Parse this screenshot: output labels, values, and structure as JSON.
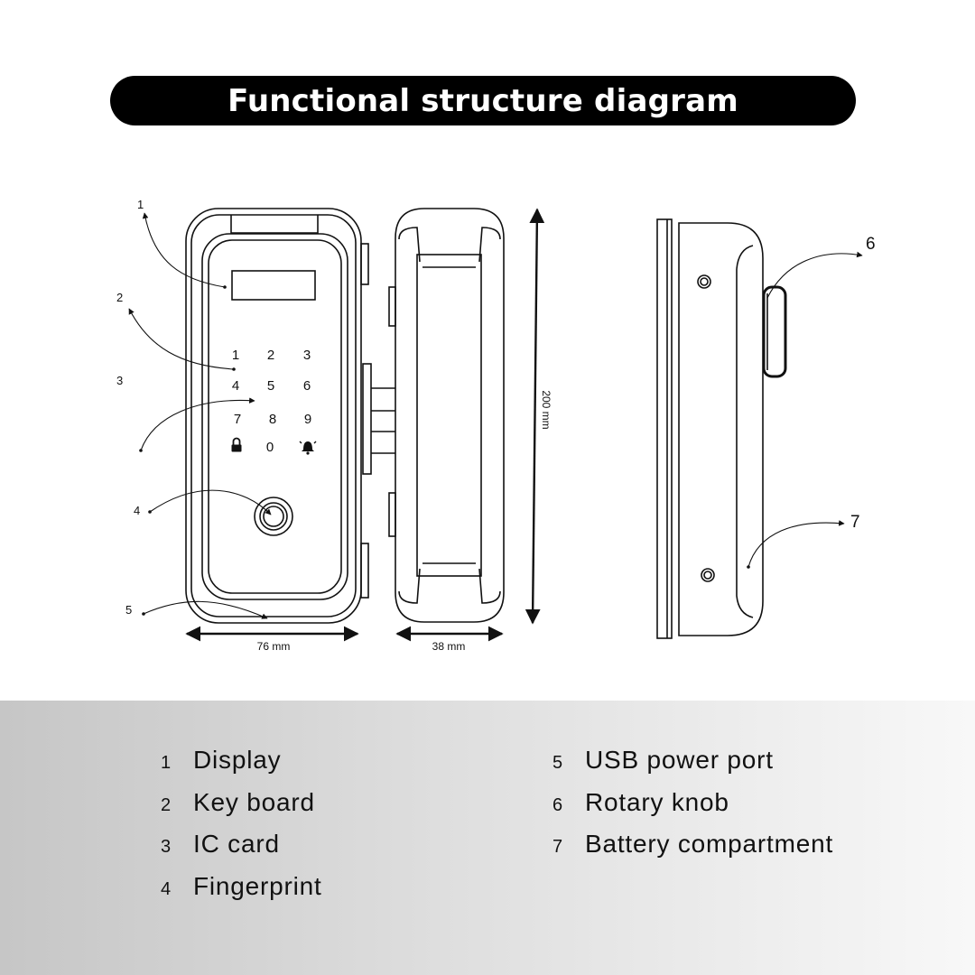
{
  "title": "Functional structure diagram",
  "keypad": {
    "row1": [
      "1",
      "2",
      "3"
    ],
    "row2": [
      "4",
      "5",
      "6"
    ],
    "row3": [
      "7",
      "8",
      "9"
    ],
    "zero": "0",
    "lock_icon": "lock-icon",
    "bell_icon": "bell-icon"
  },
  "callouts": {
    "c1": "1",
    "c2": "2",
    "c3": "3",
    "c4": "4",
    "c5": "5",
    "c6": "6",
    "c7": "7"
  },
  "dimensions": {
    "width": "76 mm",
    "depth": "38 mm",
    "height": "200 mm"
  },
  "legend": {
    "left": [
      {
        "num": "1",
        "label": "Display"
      },
      {
        "num": "2",
        "label": "Key board"
      },
      {
        "num": "3",
        "label": "IC card"
      },
      {
        "num": "4",
        "label": "Fingerprint"
      }
    ],
    "right": [
      {
        "num": "5",
        "label": "USB power port"
      },
      {
        "num": "6",
        "label": "Rotary knob"
      },
      {
        "num": "7",
        "label": "Battery compartment"
      }
    ]
  },
  "colors": {
    "line": "#111111",
    "title_bg": "#000000",
    "title_text": "#ffffff"
  }
}
